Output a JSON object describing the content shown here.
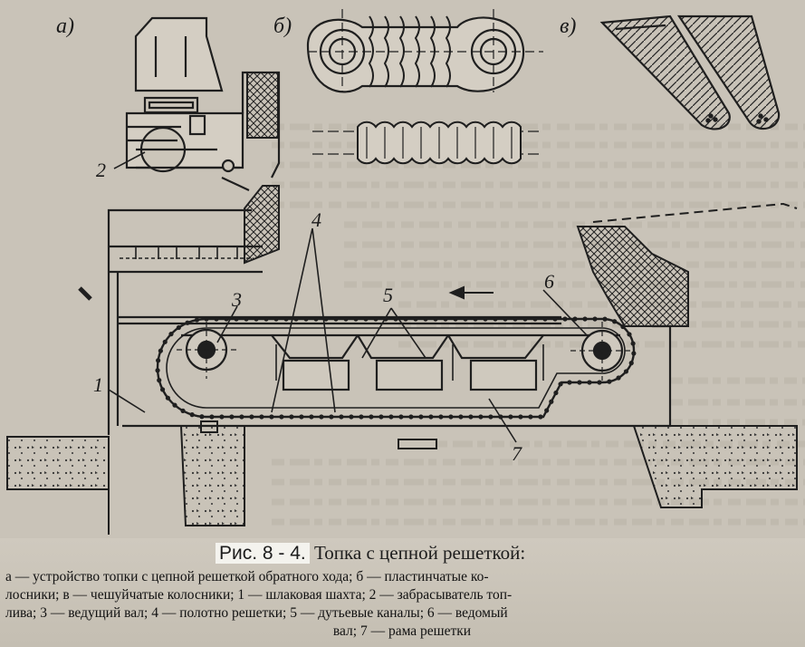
{
  "figure": {
    "number": "Рис. 8 - 4.",
    "title": "Топка с цепной решеткой:",
    "legend": [
      "а — устройство топки с цепной решеткой обратного хода; б — пластинчатые ко-",
      "лосники; в — чешуйчатые колосники; 1 — шлаковая шахта; 2 — забрасыватель топ-",
      "лива; 3 — ведущий вал; 4 — полотно решетки; 5 — дутьевые каналы; 6 — ведомый",
      "вал; 7 — рама решетки"
    ],
    "panel_labels": {
      "a": "а)",
      "b": "б)",
      "c": "в)"
    },
    "callouts": [
      "1",
      "2",
      "3",
      "4",
      "5",
      "6",
      "7"
    ]
  },
  "colors": {
    "paper": "#c9c3b8",
    "ink": "#1f1f1f",
    "caption_highlight": "#f4f3ee"
  }
}
